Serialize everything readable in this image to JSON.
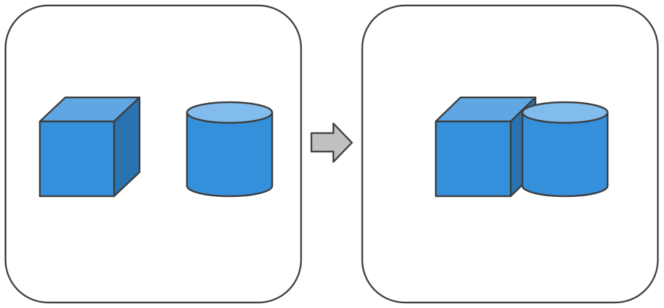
{
  "colors": {
    "background": "#ffffff",
    "panel_border": "#424242",
    "shape_outline": "#3d3d3d",
    "box_front": "#3590dc",
    "box_top": "#5ea7e3",
    "box_side": "#2a73b0",
    "cylinder_body": "#3590dc",
    "cylinder_top": "#82bced",
    "arrow_fill": "#c0c0c0",
    "arrow_outline": "#424242"
  },
  "panels": [
    {
      "name": "before-panel",
      "shapes": [
        {
          "name": "cube-shape",
          "icon": "cube-icon"
        },
        {
          "name": "cylinder-shape",
          "icon": "cylinder-icon"
        }
      ],
      "arrangement": "separated"
    },
    {
      "name": "after-panel",
      "shapes": [
        {
          "name": "cube-shape",
          "icon": "cube-icon"
        },
        {
          "name": "cylinder-shape",
          "icon": "cylinder-icon"
        }
      ],
      "arrangement": "adjacent"
    }
  ],
  "connector": {
    "icon": "right-arrow-icon"
  }
}
